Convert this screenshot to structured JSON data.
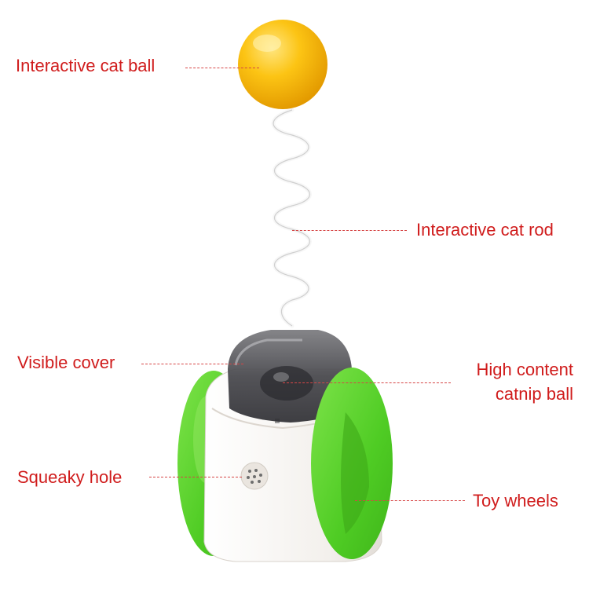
{
  "labels": {
    "cat_ball": "Interactive cat ball",
    "cat_rod": "Interactive cat rod",
    "visible_cover": "Visible cover",
    "catnip_line1": "High content",
    "catnip_line2": "catnip ball",
    "squeaky_hole": "Squeaky hole",
    "toy_wheels": "Toy wheels"
  },
  "colors": {
    "label_text": "#d01c1c",
    "ball": "#f5b800",
    "wheels": "#5fd32c",
    "body": "#f4f1ee",
    "cover": "#4a4a4e"
  }
}
